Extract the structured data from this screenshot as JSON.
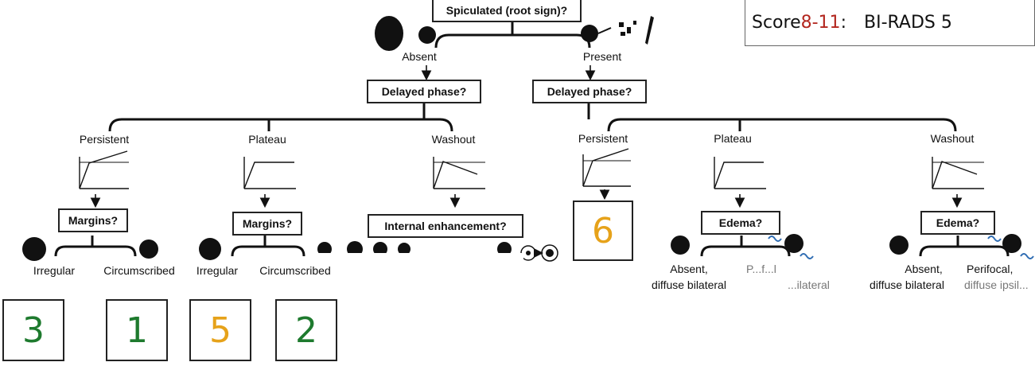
{
  "top_question": "Spiculated (root sign)?",
  "legend": {
    "prefix": "Score ",
    "range": "8-11",
    "suffix": ":",
    "label": "BI-RADS 5"
  },
  "branches": {
    "absent": "Absent",
    "present": "Present"
  },
  "delayed_question": "Delayed phase?",
  "curves": {
    "persistent": "Persistent",
    "plateau": "Plateau",
    "washout": "Washout"
  },
  "questions": {
    "margins": "Margins?",
    "internal": "Internal enhancement?",
    "edema": "Edema?"
  },
  "outcomes": {
    "irregular": "Irregular",
    "circumscribed": "Circumscribed",
    "absent_line1": "Absent,",
    "absent_line2": "diffuse bilateral",
    "perifocal_partial": "P...f...l",
    "perifocal_line1": "Perifocal,",
    "perifocal_line2_partial": "d...",
    "diffuse_partial": "...ilateral",
    "diffuse_partial_2": "diffuse ipsil..."
  },
  "scores": {
    "s3": "3",
    "s1": "1",
    "s5": "5",
    "s2": "2",
    "s6": "6"
  },
  "colors": {
    "green": "#1e7a2e",
    "orange": "#e6a21a",
    "red": "#b3261e",
    "blue": "#2f6db3"
  }
}
